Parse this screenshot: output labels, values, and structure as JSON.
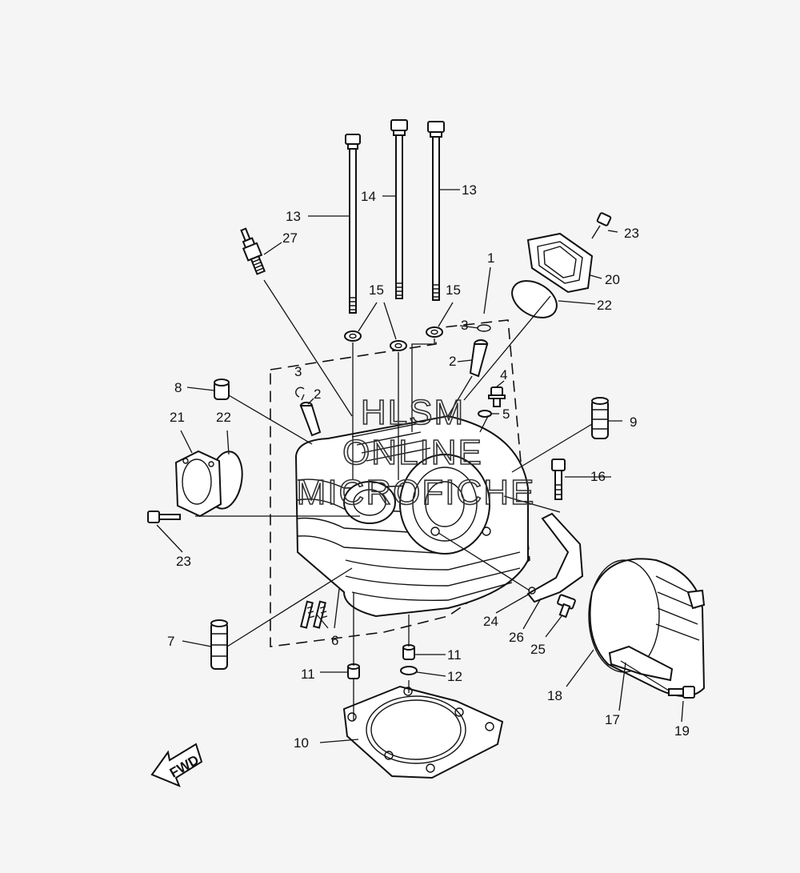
{
  "diagram": {
    "watermark_lines": [
      "HLSM",
      "ONLINE",
      "MICROFICHE"
    ],
    "fwd_label": "FWD",
    "callouts": {
      "c1": "1",
      "c2a": "2",
      "c2b": "2",
      "c3a": "3",
      "c3b": "3",
      "c4": "4",
      "c5": "5",
      "c6": "6",
      "c7": "7",
      "c8": "8",
      "c9": "9",
      "c10": "10",
      "c11a": "11",
      "c11b": "11",
      "c12": "12",
      "c13a": "13",
      "c13b": "13",
      "c14": "14",
      "c15a": "15",
      "c15b": "15",
      "c16": "16",
      "c17": "17",
      "c18": "18",
      "c19": "19",
      "c20": "20",
      "c21": "21",
      "c22a": "22",
      "c22b": "22",
      "c23a": "23",
      "c23b": "23",
      "c24": "24",
      "c25": "25",
      "c26": "26",
      "c27": "27"
    }
  }
}
